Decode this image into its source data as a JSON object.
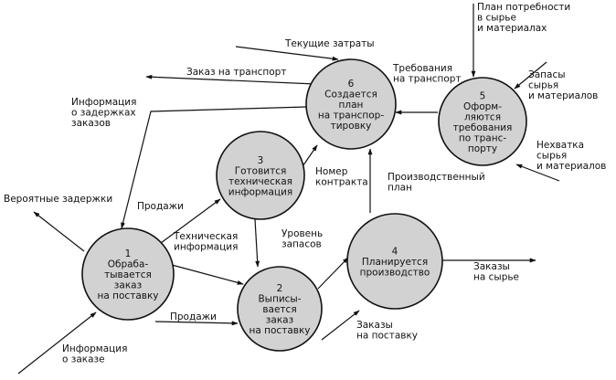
{
  "processes": [
    {
      "id": "p1",
      "number": "1",
      "lines": [
        "Обраба-",
        "тывается",
        "заказ",
        "на поставку"
      ]
    },
    {
      "id": "p2",
      "number": "2",
      "lines": [
        "Выписы-",
        "вается",
        "заказ",
        "на поставку"
      ]
    },
    {
      "id": "p3",
      "number": "3",
      "lines": [
        "Готовится",
        "техническая",
        "информация"
      ]
    },
    {
      "id": "p4",
      "number": "4",
      "lines": [
        "Планируется",
        "производство"
      ]
    },
    {
      "id": "p5",
      "number": "5",
      "lines": [
        "Оформ-",
        "ляются",
        "требования",
        "по транс-",
        "порту"
      ]
    },
    {
      "id": "p6",
      "number": "6",
      "lines": [
        "Создается",
        "план",
        "на транспор-",
        "тировку"
      ]
    }
  ],
  "flows": [
    {
      "id": "f-plan-needs",
      "lines": [
        "План потребности",
        "в сырье",
        "и материалах"
      ]
    },
    {
      "id": "f-current-costs",
      "lines": [
        "Текущие затраты"
      ]
    },
    {
      "id": "f-transport-order",
      "lines": [
        "Заказ на транспорт"
      ]
    },
    {
      "id": "f-transport-req",
      "lines": [
        "Требования",
        "на транспорт"
      ]
    },
    {
      "id": "f-stocks",
      "lines": [
        "Запасы",
        "сырья",
        "и материалов"
      ]
    },
    {
      "id": "f-shortage",
      "lines": [
        "Нехватка",
        "сырья",
        "и материалов"
      ]
    },
    {
      "id": "f-delay-info",
      "lines": [
        "Информация",
        "о задержках",
        "заказов"
      ]
    },
    {
      "id": "f-probable-delays",
      "lines": [
        "Вероятные задержки"
      ]
    },
    {
      "id": "f-sales-13",
      "lines": [
        "Продажи"
      ]
    },
    {
      "id": "f-contract-number",
      "lines": [
        "Номер",
        "контракта"
      ]
    },
    {
      "id": "f-production-plan",
      "lines": [
        "Производственный",
        "план"
      ]
    },
    {
      "id": "f-tech-info",
      "lines": [
        "Техническая",
        "информация"
      ]
    },
    {
      "id": "f-stock-level",
      "lines": [
        "Уровень",
        "запасов"
      ]
    },
    {
      "id": "f-raw-orders",
      "lines": [
        "Заказы",
        "на сырье"
      ]
    },
    {
      "id": "f-sales-12",
      "lines": [
        "Продажи"
      ]
    },
    {
      "id": "f-supply-orders",
      "lines": [
        "Заказы",
        "на поставку"
      ]
    },
    {
      "id": "f-order-info",
      "lines": [
        "Информация",
        "о заказе"
      ]
    }
  ]
}
